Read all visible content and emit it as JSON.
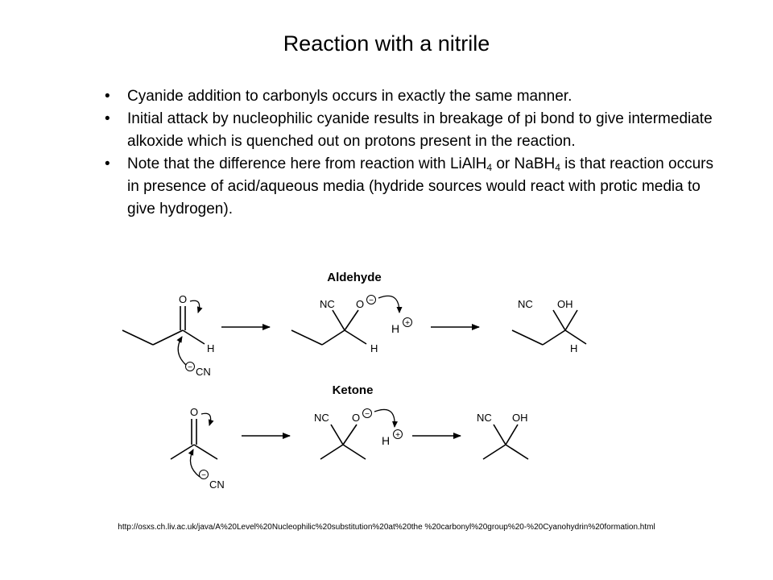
{
  "slide": {
    "title": "Reaction with a nitrile",
    "bullets": [
      {
        "text": "Cyanide addition to carbonyls occurs in exactly the same manner."
      },
      {
        "text": "Initial attack by nucleophilic cyanide results in breakage of pi bond to give intermediate alkoxide which is quenched out on protons present in the reaction."
      },
      {
        "part1": "Note that the difference here from reaction with LiAlH",
        "sub1": "4",
        "part2": " or NaBH",
        "sub2": "4",
        "part3": " is that reaction occurs in presence of acid/aqueous media (hydride sources would react with protic media to give hydrogen)."
      }
    ]
  },
  "diagram": {
    "aldehyde_label": "Aldehyde",
    "ketone_label": "Ketone",
    "atoms": {
      "oxygen": "O",
      "hydrogen": "H",
      "cyanide": "CN",
      "nitrile": "NC",
      "hydroxyl": "OH",
      "minus": "−",
      "plus": "+"
    }
  },
  "footer": {
    "source_url": "http://osxs.ch.liv.ac.uk/java/A%20Level%20Nucleophilic%20substitution%20at%20the %20carbonyl%20group%20-%20Cyanohydrin%20formation.html"
  }
}
